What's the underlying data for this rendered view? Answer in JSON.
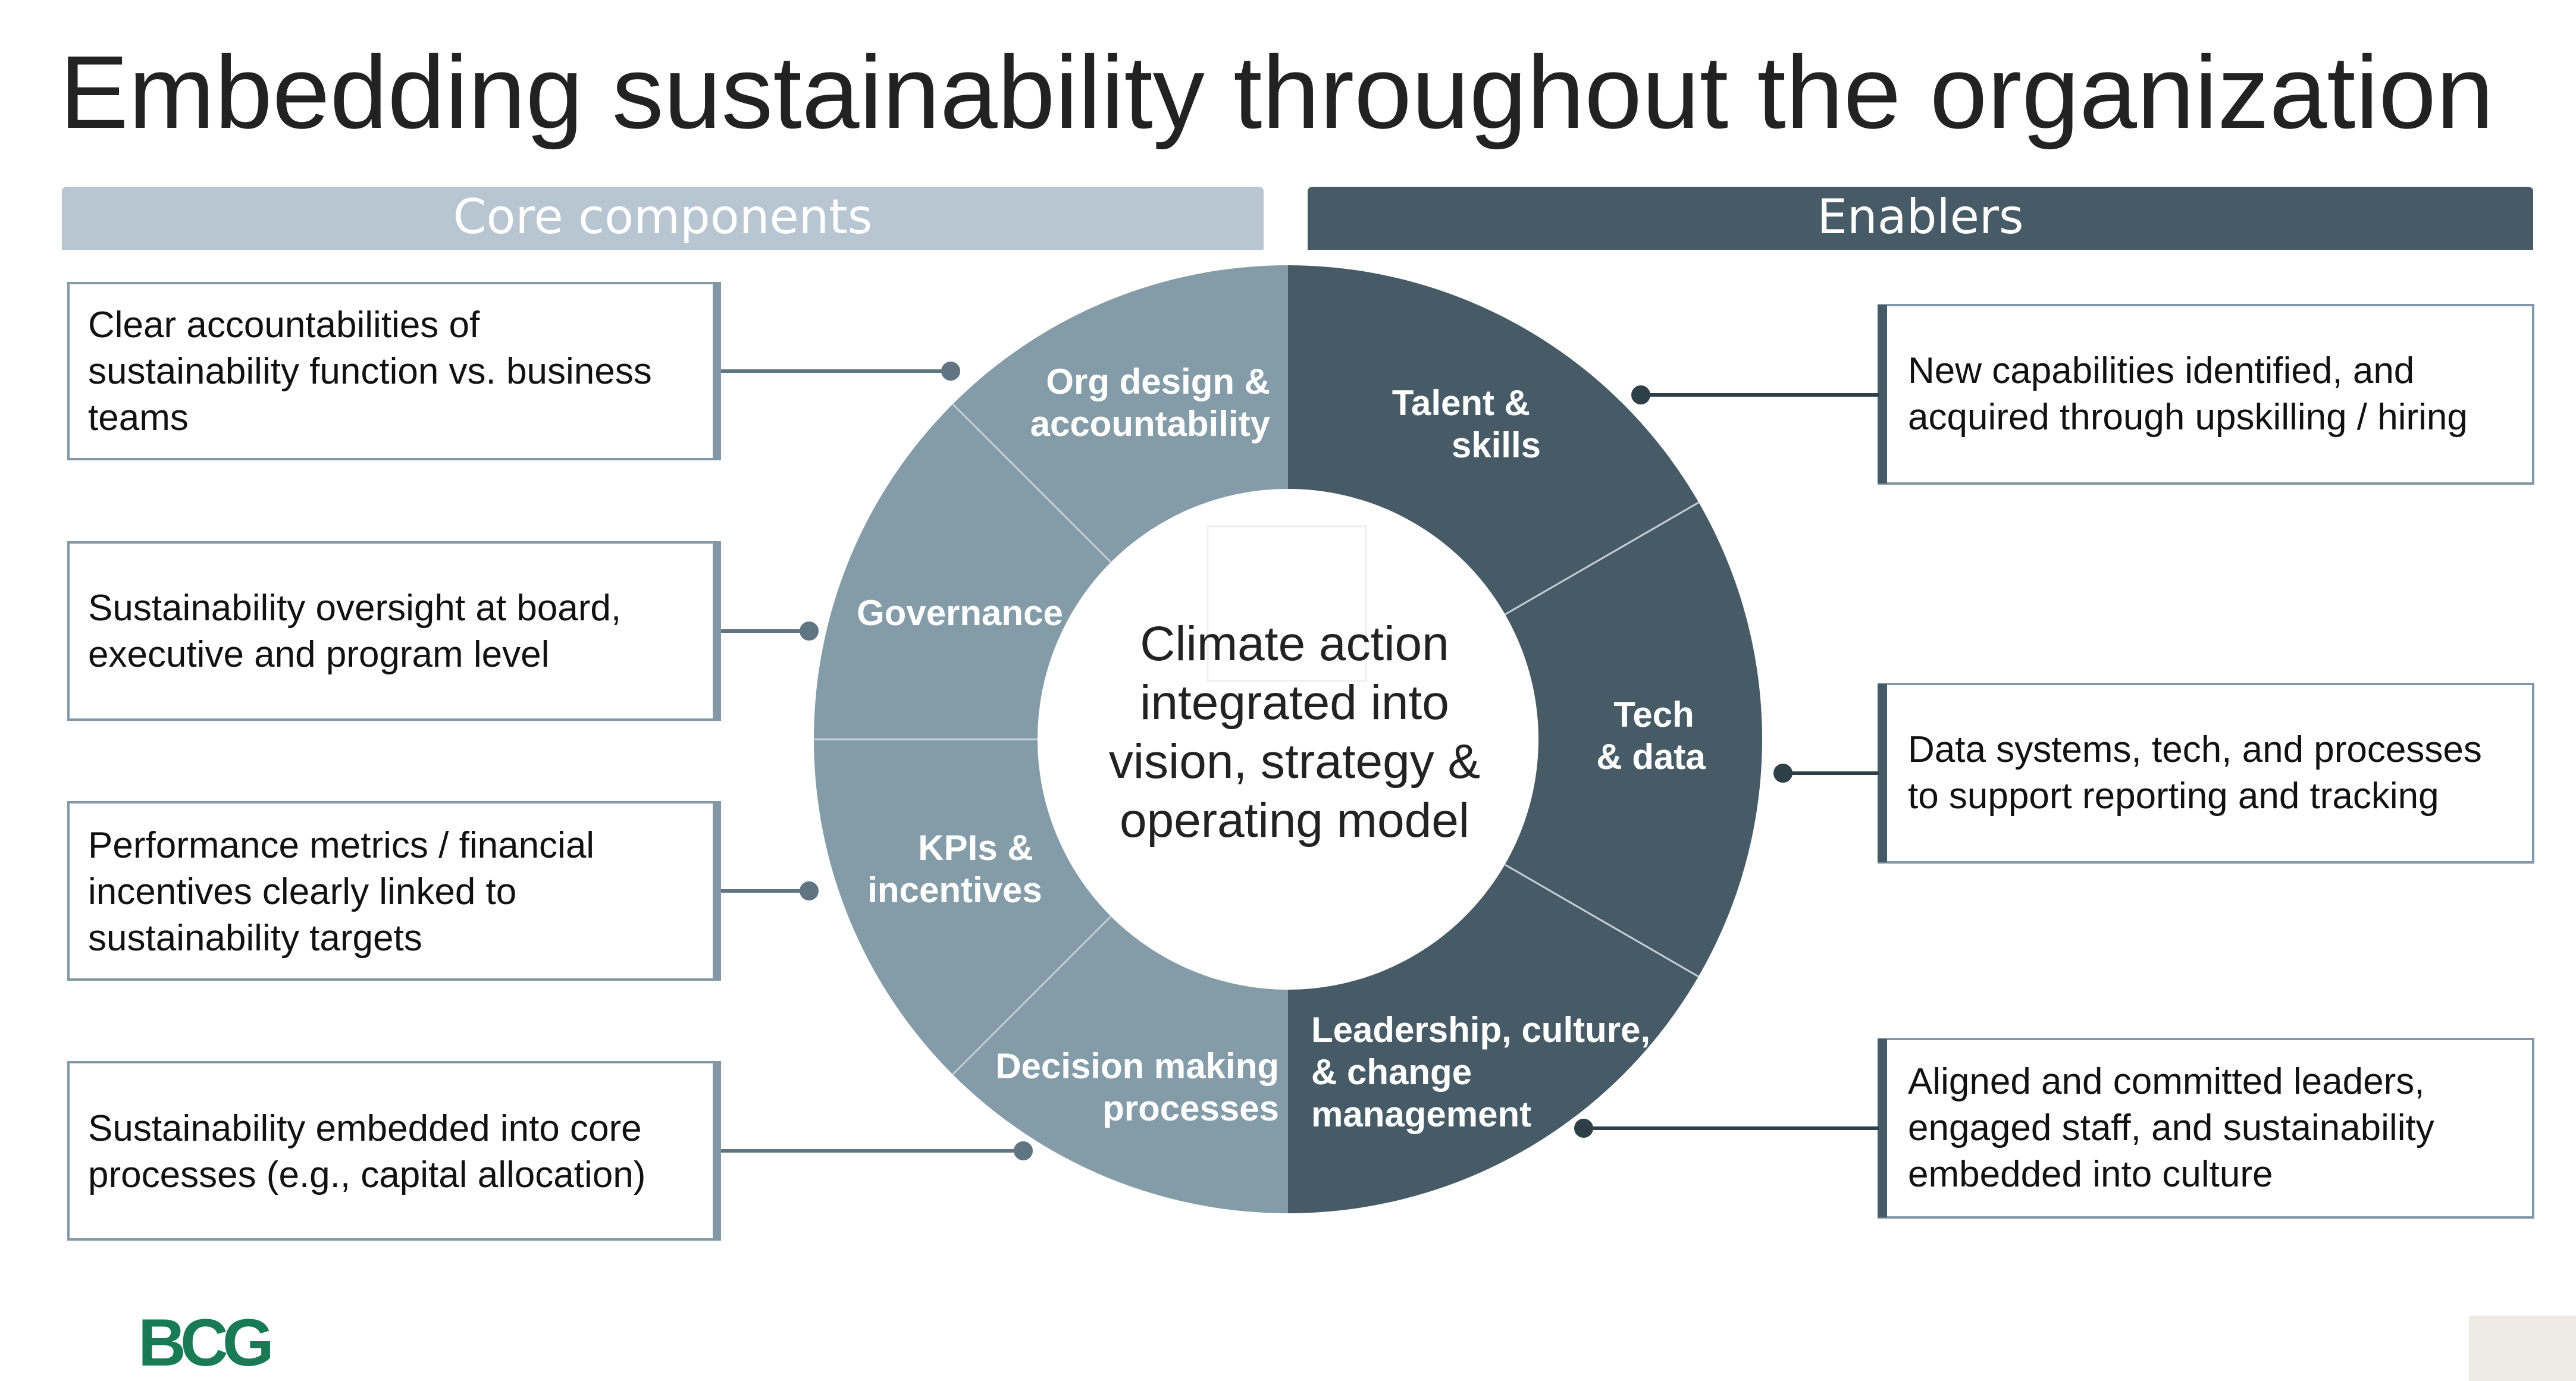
{
  "title": "Embedding sustainability throughout the organization",
  "headers": {
    "core": "Core components",
    "enablers": "Enablers"
  },
  "center_text": [
    "Climate action",
    "integrated into",
    "vision, strategy &",
    "operating model"
  ],
  "segments": {
    "org_design": [
      "Org design &",
      "accountability"
    ],
    "governance": [
      "Governance"
    ],
    "kpis": [
      "KPIs &",
      "incentives"
    ],
    "decision": [
      "Decision making",
      "processes"
    ],
    "talent": [
      "Talent &",
      "skills"
    ],
    "tech": [
      "Tech",
      "& data"
    ],
    "leadership": [
      "Leadership, culture,",
      "& change",
      "management"
    ]
  },
  "left_boxes": [
    "Clear accountabilities of\nsustainability function vs. business\nteams",
    "Sustainability oversight at board,\nexecutive and program level",
    "Performance metrics / financial\nincentives clearly linked to\nsustainability targets",
    "Sustainability embedded into core\nprocesses (e.g., capital allocation)"
  ],
  "right_boxes": [
    "New capabilities identified, and\nacquired through upskilling / hiring",
    "Data systems, tech, and processes\nto support reporting and tracking",
    "Aligned and committed leaders,\nengaged staff, and sustainability\nembedded into culture"
  ],
  "logo": "BCG",
  "colors": {
    "core_header": "#b7c6d1",
    "enablers_header": "#475b66",
    "core_ring": "#849ca8",
    "enablers_ring": "#475b66",
    "box_border": "#8298a6",
    "logo": "#197a56"
  }
}
